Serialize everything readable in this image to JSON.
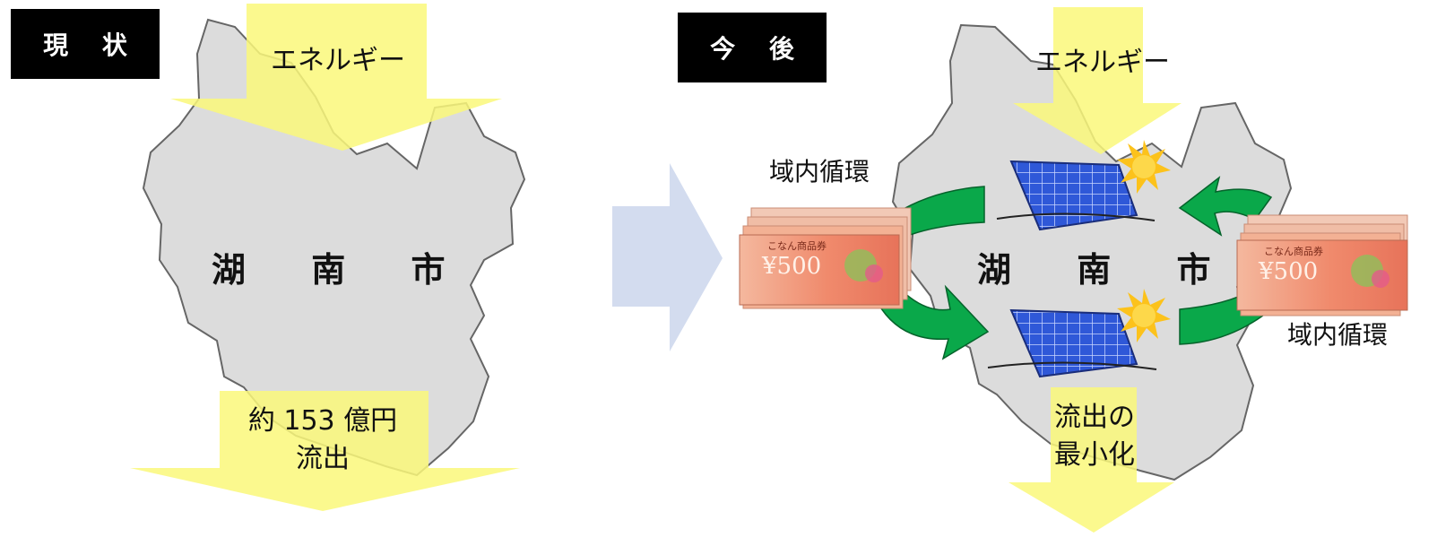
{
  "left": {
    "label": "現 状",
    "city": "湖 南 市",
    "energy": "エネルギー",
    "outflow_line1": "約 153 億円",
    "outflow_line2": "流出"
  },
  "right": {
    "label": "今 後",
    "city": "湖 南 市",
    "energy": "エネルギー",
    "cycle_left": "域内循環",
    "cycle_right": "域内循環",
    "outflow_line1": "流出の",
    "outflow_line2": "最小化",
    "voucher_left": {
      "title": "こなん商品券",
      "value": "¥500"
    },
    "voucher_right": {
      "title": "こなん商品券",
      "value": "¥500"
    }
  },
  "colors": {
    "map_fill": "#dcdcdc",
    "yellow_arrow": "#faf87a",
    "green_arrow": "#0aa84a",
    "transition_arrow": "#d3dcef",
    "panel_blue": "#2f58d8",
    "sun": "#fcc21b"
  }
}
